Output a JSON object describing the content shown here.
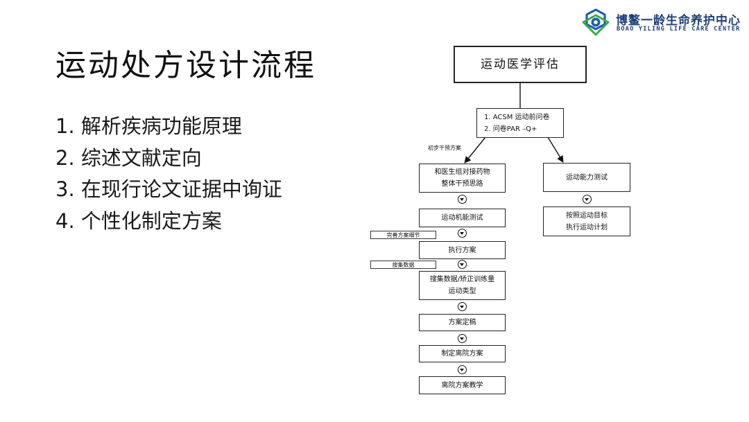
{
  "title": "运动处方设计流程",
  "steps": [
    "1. 解析疾病功能原理",
    "2. 综述文献定向",
    "3. 在现行论文证据中询证",
    "4. 个性化制定方案"
  ],
  "logo": {
    "name_cn": "博鳌一龄生命养护中心",
    "name_en": "BOAO YILING LIFE CARE CENTER",
    "colors": {
      "text": "#1f3f7a",
      "blue": "#1e5fb0",
      "green": "#3aa84a"
    }
  },
  "flowchart": {
    "root": "运动医学评估",
    "questionnaire": [
      "1. ACSM 运动前问卷",
      "2. 问卷PAR –Q+"
    ],
    "branch_label": "初步干预方案",
    "left": {
      "doctor": [
        "和医生组对接药物",
        "整体干预思路"
      ],
      "func_test": "运动机能测试",
      "execute": "执行方案",
      "collect": [
        "搜集数据/矫正训练量",
        "运动类型"
      ],
      "finalize": "方案定稿",
      "discharge_plan": "制定离院方案",
      "discharge_teach": "离院方案教学"
    },
    "side_tags": {
      "refine": "完善方案细节",
      "gather": "搜集数据"
    },
    "right": {
      "ability_test": "运动能力测试",
      "target": [
        "按照运动目标",
        "执行运动计划"
      ]
    }
  }
}
